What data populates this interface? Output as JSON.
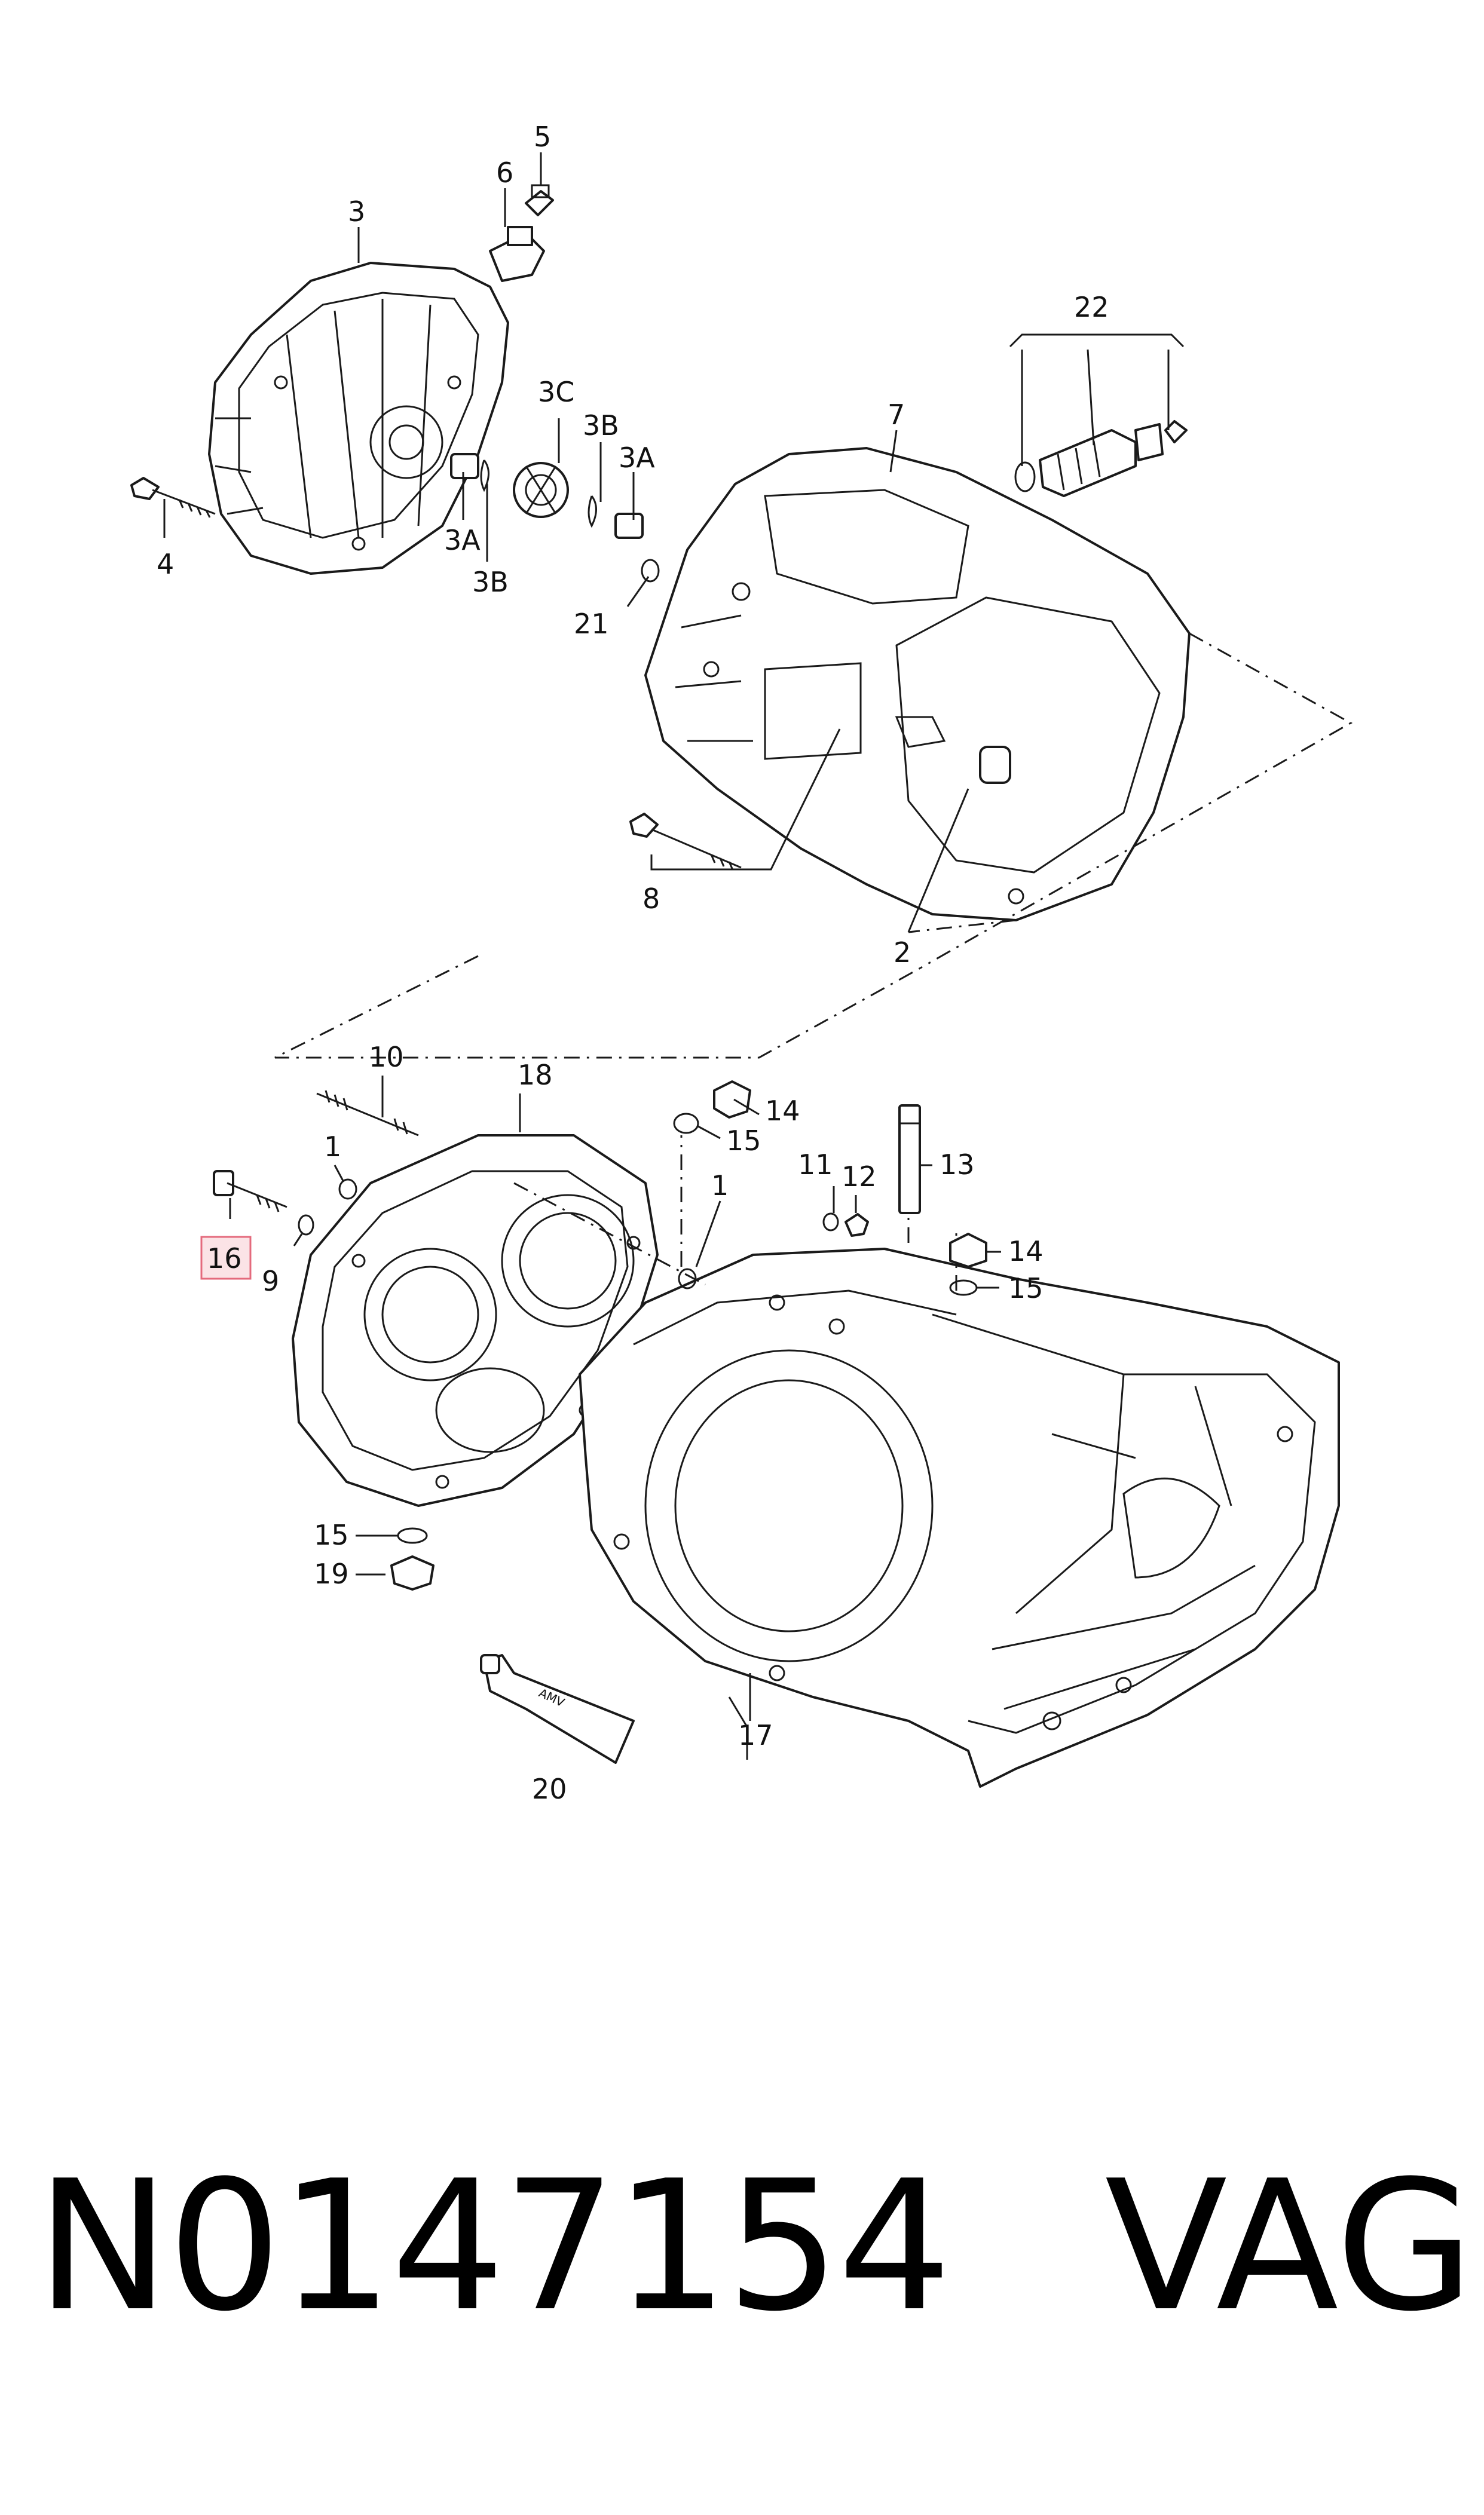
{
  "callouts": {
    "c1a": "1",
    "c1b": "1",
    "c2": "2",
    "c3": "3",
    "c3a_left": "3A",
    "c3a_right": "3A",
    "c3b_top": "3B",
    "c3b_bottom": "3B",
    "c3c": "3C",
    "c4": "4",
    "c5": "5",
    "c6": "6",
    "c7": "7",
    "c8": "8",
    "c9": "9",
    "c10": "10",
    "c11": "11",
    "c12": "12",
    "c13": "13",
    "c14a": "14",
    "c14b": "14",
    "c15a": "15",
    "c15b": "15",
    "c15c": "15",
    "c16": "16",
    "c17": "17",
    "c18": "18",
    "c19": "19",
    "c20": "20",
    "c21": "21",
    "c22": "22"
  },
  "tube_label": "AMV",
  "footer": {
    "part_number": "N0147154",
    "brand": "VAG"
  },
  "colors": {
    "highlight_fill": "#fbe3e6",
    "highlight_stroke": "#e46a7c",
    "line": "#1a1a1a"
  }
}
